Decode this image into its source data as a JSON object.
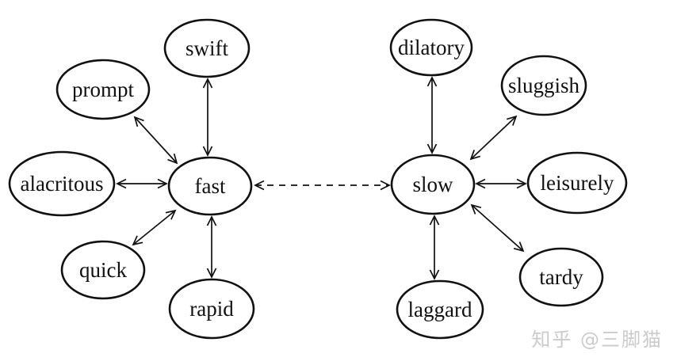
{
  "diagram": {
    "clusters": [
      {
        "center": "fast",
        "synonyms": [
          "swift",
          "prompt",
          "alacritous",
          "quick",
          "rapid"
        ]
      },
      {
        "center": "slow",
        "synonyms": [
          "dilatory",
          "sluggish",
          "leisurely",
          "tardy",
          "laggard"
        ]
      }
    ],
    "antonym_link": {
      "between": [
        "fast",
        "slow"
      ],
      "style": "dashed-double-arrow"
    },
    "synonym_link_style": "solid-double-arrow"
  },
  "watermark": {
    "text": "知乎 @三脚猫",
    "color": "#cbcbcb"
  },
  "colors": {
    "background": "#ffffff",
    "stroke": "#111111",
    "text": "#111111"
  }
}
